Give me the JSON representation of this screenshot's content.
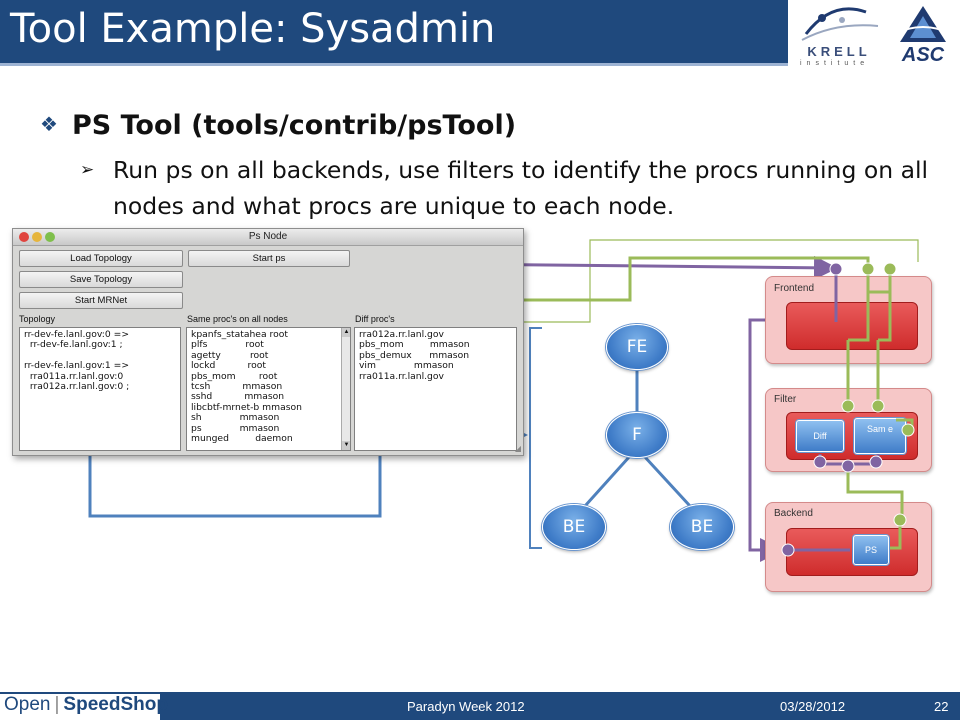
{
  "slide": {
    "title": "Tool Example: Sysadmin",
    "bullet_main": "PS Tool (tools/contrib/psTool)",
    "bullet_sub": "Run ps on all backends, use filters to identify the procs running on all nodes and what procs are unique to each node.",
    "bullet_main_glyph": "❖",
    "bullet_sub_glyph": "➢"
  },
  "logos": {
    "krell": "KRELL",
    "krell_sub": "institute",
    "asc": "ASC"
  },
  "window": {
    "title": "Ps Node",
    "buttons": {
      "load_topology": "Load Topology",
      "save_topology": "Save Topology",
      "start_mrnet": "Start MRNet",
      "start_ps": "Start ps"
    },
    "labels": {
      "topology": "Topology",
      "same": "Same proc's on all nodes",
      "diff": "Diff proc's"
    },
    "topology_lines": [
      "rr-dev-fe.lanl.gov:0 =>",
      "  rr-dev-fe.lanl.gov:1 ;",
      "",
      "rr-dev-fe.lanl.gov:1 =>",
      "  rra011a.rr.lanl.gov:0",
      "  rra012a.rr.lanl.gov:0 ;"
    ],
    "same_lines": [
      "kpanfs_statahea root",
      "plfs             root",
      "agetty          root",
      "lockd           root",
      "pbs_mom        root",
      "tcsh           mmason",
      "sshd           mmason",
      "libcbtf-mrnet-b mmason",
      "sh             mmason",
      "ps             mmason",
      "munged         daemon"
    ],
    "diff_lines": [
      "rra012a.rr.lanl.gov",
      "pbs_mom         mmason",
      "pbs_demux      mmason",
      "vim             mmason",
      "rra011a.rr.lanl.gov"
    ]
  },
  "tree": {
    "fe": "FE",
    "f": "F",
    "be_left": "BE",
    "be_right": "BE"
  },
  "panels": {
    "frontend": "Frontend",
    "filter": "Filter",
    "backend": "Backend",
    "diff": "Diff",
    "same": "Sam e",
    "ps": "PS"
  },
  "colors": {
    "header": "#1f497d",
    "tree_node": "#3f7cc8",
    "panel_fill": "#f6c7c7",
    "inner_fill": "#d9363b",
    "arrow_purple": "#8064a2",
    "arrow_green": "#9bbb59",
    "arrow_blue": "#4f81bd"
  },
  "footer": {
    "logo_open": "Open",
    "logo_speedshop": "SpeedShop",
    "event": "Paradyn Week 2012",
    "date": "03/28/2012",
    "page": "22"
  }
}
